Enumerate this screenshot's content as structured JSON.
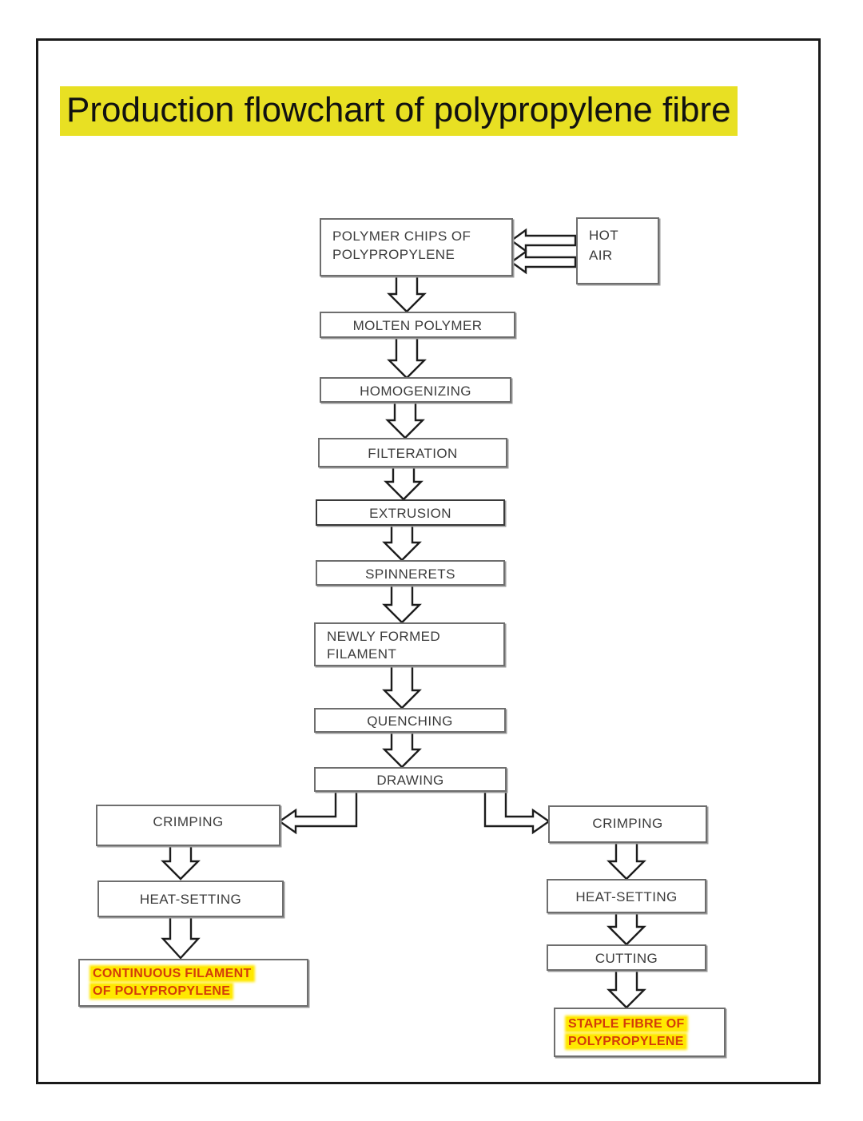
{
  "page": {
    "title": "Production flowchart of polypropylene fibre",
    "title_highlight_color": "#e8e023",
    "frame_color": "#1a1a1a",
    "box_border_color": "#6e6e6e",
    "box_text_color": "#3c3c3c",
    "terminal_text_color": "#d33c0a",
    "terminal_highlight_color": "#ffe800"
  },
  "chart_data": {
    "type": "diagram",
    "title": "Production flowchart of polypropylene fibre",
    "nodes": [
      {
        "id": "polymer_chips",
        "label_lines": [
          "POLYMER CHIPS OF",
          "POLYPROPYLENE"
        ]
      },
      {
        "id": "hot_air",
        "label_lines": [
          "HOT",
          "AIR"
        ]
      },
      {
        "id": "molten_polymer",
        "label_lines": [
          "MOLTEN POLYMER"
        ]
      },
      {
        "id": "homogenizing",
        "label_lines": [
          "HOMOGENIZING"
        ]
      },
      {
        "id": "filteration",
        "label_lines": [
          "FILTERATION"
        ]
      },
      {
        "id": "extrusion",
        "label_lines": [
          "EXTRUSION"
        ]
      },
      {
        "id": "spinnerets",
        "label_lines": [
          "SPINNERETS"
        ]
      },
      {
        "id": "newly_formed_filament",
        "label_lines": [
          "NEWLY FORMED",
          "FILAMENT"
        ]
      },
      {
        "id": "quenching",
        "label_lines": [
          "QUENCHING"
        ]
      },
      {
        "id": "drawing",
        "label_lines": [
          "DRAWING"
        ]
      },
      {
        "id": "crimping_left",
        "label_lines": [
          "CRIMPING"
        ]
      },
      {
        "id": "heat_setting_left",
        "label_lines": [
          "HEAT-SETTING"
        ]
      },
      {
        "id": "continuous_filament",
        "label_lines": [
          "CONTINUOUS FILAMENT",
          "OF POLYPROPYLENE"
        ],
        "highlighted": true
      },
      {
        "id": "crimping_right",
        "label_lines": [
          "CRIMPING"
        ]
      },
      {
        "id": "heat_setting_right",
        "label_lines": [
          "HEAT-SETTING"
        ]
      },
      {
        "id": "cutting",
        "label_lines": [
          "CUTTING"
        ]
      },
      {
        "id": "staple_fibre",
        "label_lines": [
          "STAPLE FIBRE OF",
          "POLYPROPYLENE"
        ],
        "highlighted": true
      }
    ],
    "edges": [
      {
        "from": "hot_air",
        "to": "polymer_chips"
      },
      {
        "from": "polymer_chips",
        "to": "molten_polymer"
      },
      {
        "from": "molten_polymer",
        "to": "homogenizing"
      },
      {
        "from": "homogenizing",
        "to": "filteration"
      },
      {
        "from": "filteration",
        "to": "extrusion"
      },
      {
        "from": "extrusion",
        "to": "spinnerets"
      },
      {
        "from": "spinnerets",
        "to": "newly_formed_filament"
      },
      {
        "from": "newly_formed_filament",
        "to": "quenching"
      },
      {
        "from": "quenching",
        "to": "drawing"
      },
      {
        "from": "drawing",
        "to": "crimping_left"
      },
      {
        "from": "drawing",
        "to": "crimping_right"
      },
      {
        "from": "crimping_left",
        "to": "heat_setting_left"
      },
      {
        "from": "heat_setting_left",
        "to": "continuous_filament"
      },
      {
        "from": "crimping_right",
        "to": "heat_setting_right"
      },
      {
        "from": "heat_setting_right",
        "to": "cutting"
      },
      {
        "from": "cutting",
        "to": "staple_fibre"
      }
    ]
  },
  "boxes": {
    "polymer_chips": {
      "line1": "POLYMER CHIPS OF",
      "line2": "POLYPROPYLENE"
    },
    "hot_air": {
      "line1": "HOT",
      "line2": "AIR"
    },
    "molten_polymer": {
      "label": "MOLTEN POLYMER"
    },
    "homogenizing": {
      "label": "HOMOGENIZING"
    },
    "filteration": {
      "label": "FILTERATION"
    },
    "extrusion": {
      "label": "EXTRUSION"
    },
    "spinnerets": {
      "label": "SPINNERETS"
    },
    "newly_formed_filament": {
      "line1": "NEWLY FORMED",
      "line2": "FILAMENT"
    },
    "quenching": {
      "label": "QUENCHING"
    },
    "drawing": {
      "label": "DRAWING"
    },
    "crimping_left": {
      "label": "CRIMPING"
    },
    "heat_setting_left": {
      "label": "HEAT-SETTING"
    },
    "continuous_filament": {
      "line1": "CONTINUOUS FILAMENT",
      "line2": "OF POLYPROPYLENE"
    },
    "crimping_right": {
      "label": "CRIMPING"
    },
    "heat_setting_right": {
      "label": "HEAT-SETTING"
    },
    "cutting": {
      "label": "CUTTING"
    },
    "staple_fibre": {
      "line1": "STAPLE FIBRE OF",
      "line2": "POLYPROPYLENE"
    }
  }
}
